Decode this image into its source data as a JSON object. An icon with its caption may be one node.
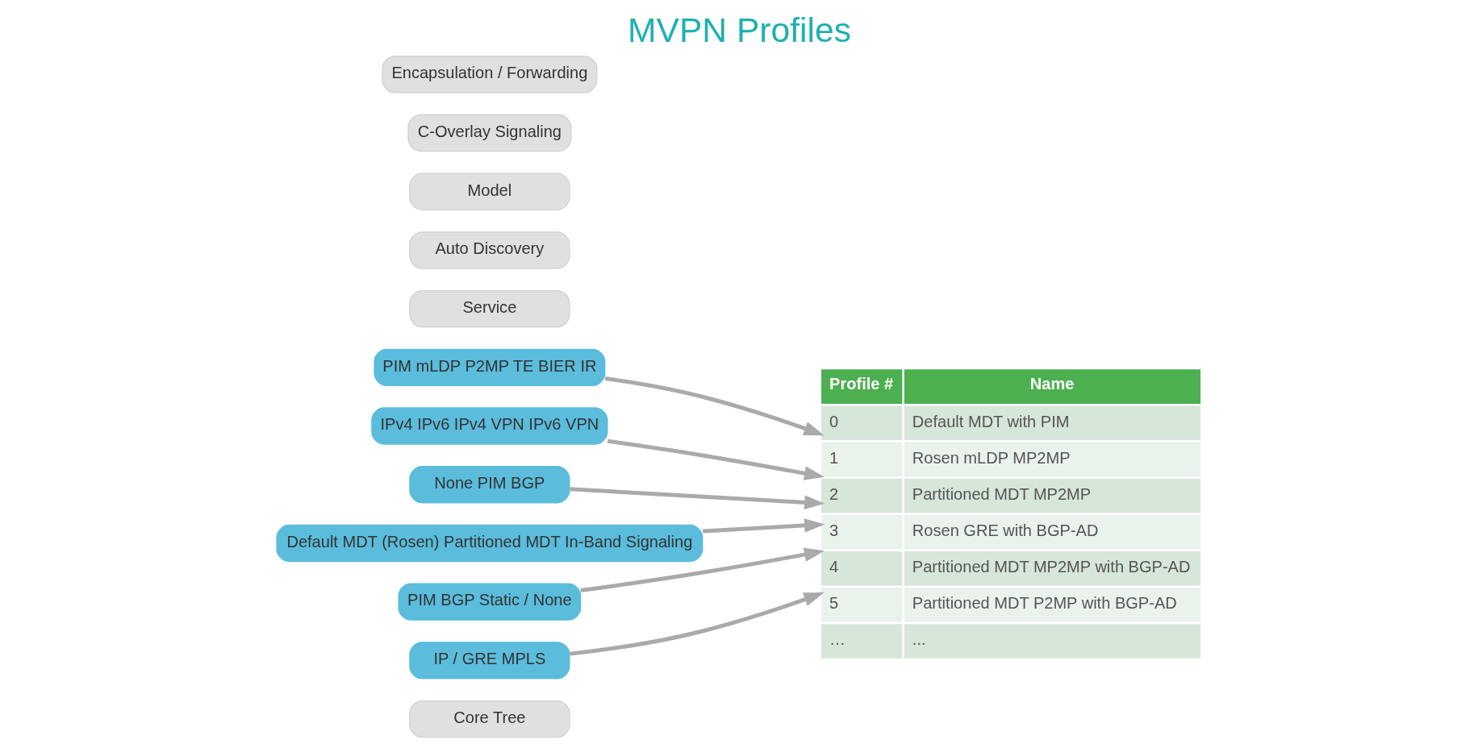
{
  "diagram": {
    "title": "MVPN Profiles",
    "nodes": [
      {
        "text": [
          "Core Tree"
        ]
      },
      {
        "text": [
          "PIM mLDP P2MP TE BIER IR"
        ]
      },
      {
        "text": [
          "Service"
        ]
      },
      {
        "text": [
          "IPv4 IPv6 IPv4 VPN IPv6 VPN"
        ]
      },
      {
        "text": [
          "Auto Discovery"
        ]
      },
      {
        "text": [
          "None PIM BGP"
        ]
      },
      {
        "text": [
          "Model"
        ]
      },
      {
        "text": [
          "Default MDT (Rosen) Partitioned MDT In-Band Signaling"
        ]
      },
      {
        "text": [
          "C-Overlay Signaling"
        ]
      },
      {
        "text": [
          "PIM BGP Static / None"
        ]
      },
      {
        "text": [
          "Encapsulation / Forwarding"
        ]
      },
      {
        "text": [
          "IP / GRE MPLS"
        ]
      },
      {
        "text": [
          "Profile #",
          "Name",
          "0",
          "Default MDT with PIM",
          "1",
          "Rosen mLDP MP2MP",
          "2",
          "Partitioned MDT MP2MP",
          "3",
          "Rosen GRE with BGP-AD",
          "4",
          "Partitioned MDT MP2MP with BGP-AD",
          "5",
          "Partitioned MDT P2MP with BGP-AD",
          "…",
          "..."
        ]
      }
    ],
    "edges": [
      {
        "from": 1,
        "to": 12,
        "arrow": "to"
      },
      {
        "from": 3,
        "to": 12,
        "arrow": "to"
      },
      {
        "from": 5,
        "to": 12,
        "arrow": "to"
      },
      {
        "from": 7,
        "to": 12,
        "arrow": "to"
      },
      {
        "from": 9,
        "to": 12,
        "arrow": "to"
      },
      {
        "from": 11,
        "to": 12,
        "arrow": "to"
      }
    ]
  }
}
